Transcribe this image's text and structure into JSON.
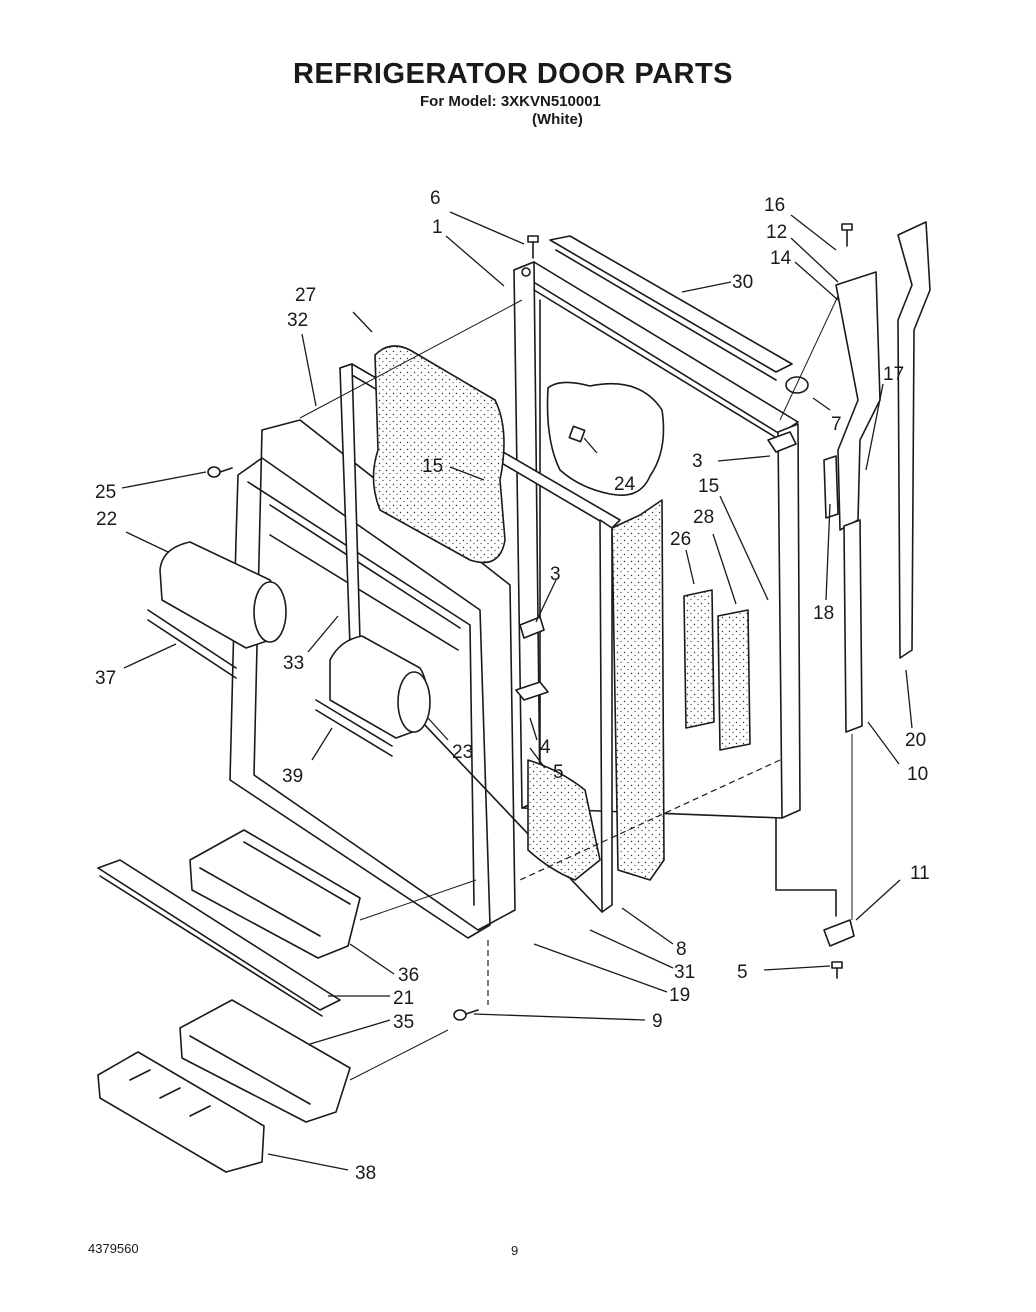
{
  "header": {
    "title": "REFRIGERATOR DOOR PARTS",
    "model_line": "For Model: 3XKVN510001",
    "variant": "(White)"
  },
  "footer": {
    "doc_number": "4379560",
    "page_number": "9"
  },
  "callouts": {
    "c1": "1",
    "c3a": "3",
    "c3b": "3",
    "c4": "4",
    "c5a": "5",
    "c5b": "5",
    "c6": "6",
    "c7": "7",
    "c8": "8",
    "c9": "9",
    "c10": "10",
    "c11": "11",
    "c12": "12",
    "c14": "14",
    "c15a": "15",
    "c15b": "15",
    "c16": "16",
    "c17": "17",
    "c18": "18",
    "c19": "19",
    "c20": "20",
    "c21": "21",
    "c22": "22",
    "c23": "23",
    "c24": "24",
    "c25": "25",
    "c26": "26",
    "c27": "27",
    "c28": "28",
    "c30": "30",
    "c31": "31",
    "c32": "32",
    "c33": "33",
    "c35": "35",
    "c36": "36",
    "c37": "37",
    "c38": "38",
    "c39": "39"
  },
  "colors": {
    "ink": "#1a1a1a",
    "paper": "#ffffff"
  }
}
